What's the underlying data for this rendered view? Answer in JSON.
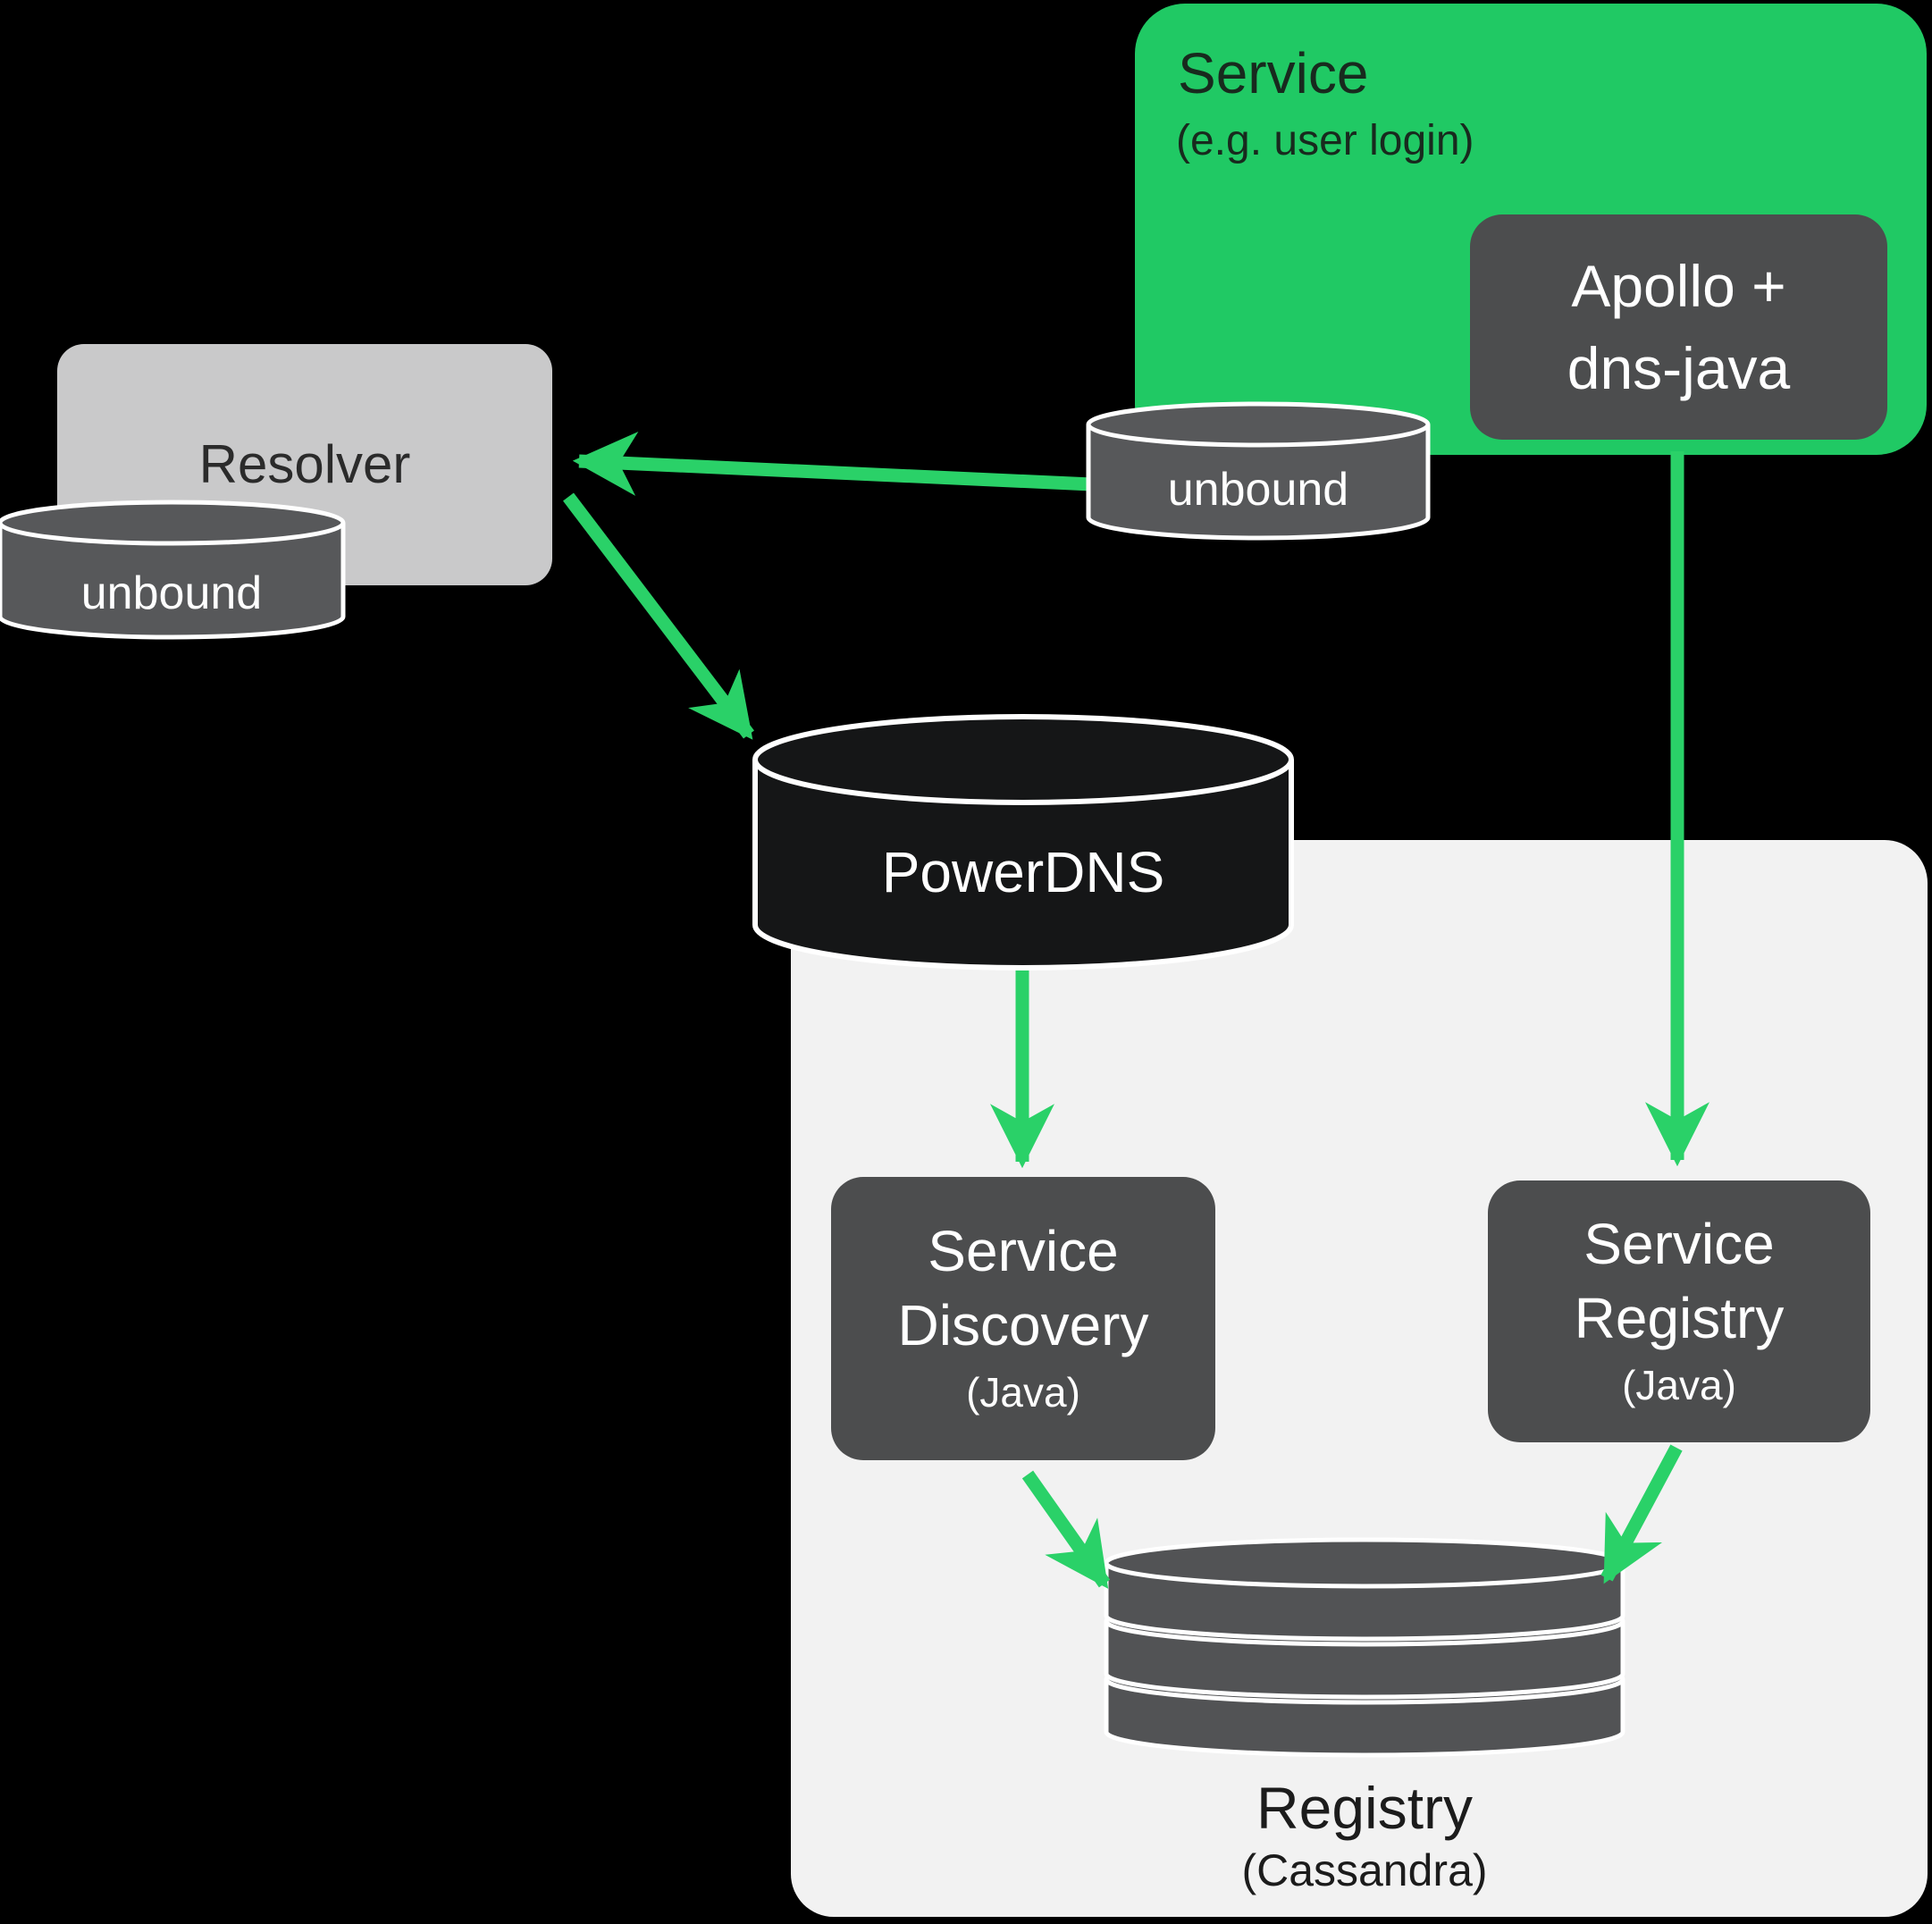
{
  "diagram": {
    "colors": {
      "background": "#000000",
      "service_green": "#20c964",
      "arrow_green": "#2ad168",
      "dark_box": "#4c4d4e",
      "cylinder_gray": "#57585a",
      "powerdns_black": "#151617",
      "resolver_gray": "#c9c9ca",
      "panel_gray": "#f2f2f2",
      "disk_gray": "#525355",
      "white": "#ffffff"
    },
    "service_box": {
      "title": "Service",
      "subtitle": "(e.g. user login)"
    },
    "apollo_box": {
      "line1": "Apollo +",
      "line2": "dns-java"
    },
    "resolver_box": {
      "label": "Resolver"
    },
    "unbound_left": {
      "label": "unbound"
    },
    "unbound_service": {
      "label": "unbound"
    },
    "powerdns": {
      "label": "PowerDNS"
    },
    "service_discovery": {
      "line1": "Service",
      "line2": "Discovery",
      "sublabel": "(Java)"
    },
    "service_registry": {
      "line1": "Service",
      "line2": "Registry",
      "sublabel": "(Java)"
    },
    "registry_store": {
      "label": "Registry",
      "sublabel": "(Cassandra)"
    }
  }
}
